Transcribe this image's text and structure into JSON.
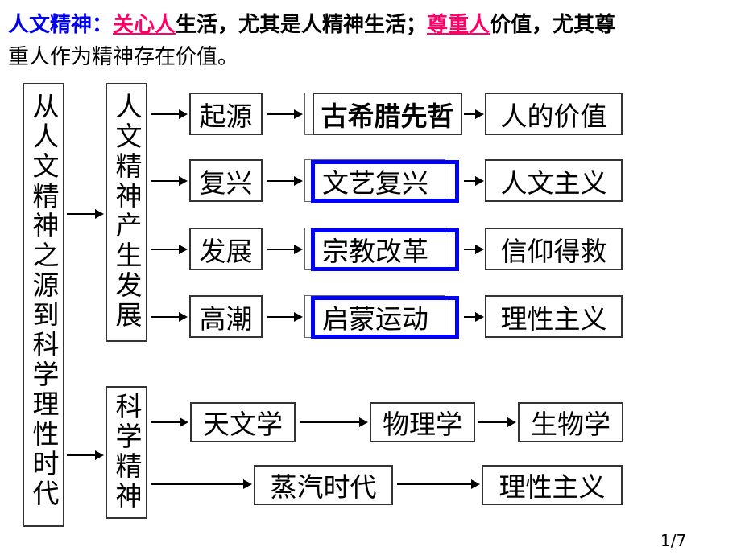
{
  "header": {
    "term": "人文精神：",
    "p1": "关心人",
    "p2": "生活，尤其是人精神生活；",
    "p3": "尊重人",
    "p4": "价值，尤其尊",
    "line2": "重人作为精神存在价值。"
  },
  "left_box": "从人文精神之源到科学理性时代",
  "humanism_box": "人文精神产生发展",
  "science_box": "科学精神",
  "rows": [
    {
      "stage": "起源",
      "event": "古希腊先哲",
      "result": "人的价值"
    },
    {
      "stage": "复兴",
      "event": "文艺复兴",
      "result": "人文主义"
    },
    {
      "stage": "发展",
      "event": "宗教改革",
      "result": "信仰得救"
    },
    {
      "stage": "高潮",
      "event": "启蒙运动",
      "result": "理性主义"
    }
  ],
  "science_row": [
    "天文学",
    "物理学",
    "生物学"
  ],
  "industry_row": [
    "蒸汽时代",
    "理性主义"
  ],
  "page": "1/7",
  "colors": {
    "title": "#0000ee",
    "highlight": "#ff0066",
    "frame": "#0000ff"
  }
}
